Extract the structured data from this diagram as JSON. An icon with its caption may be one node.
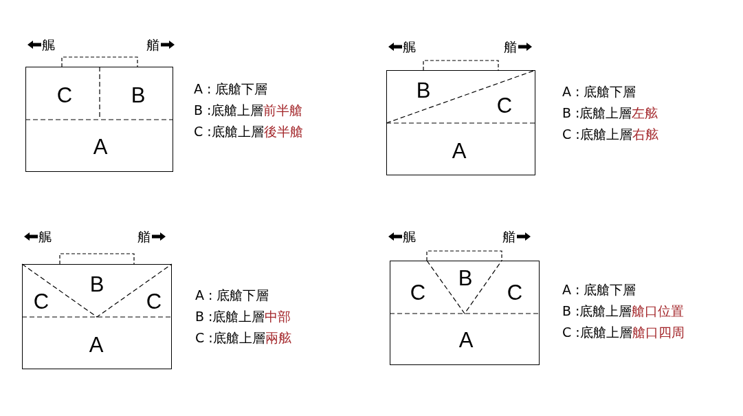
{
  "diagram": {
    "nodes": [
      {
        "text": [
          "C",
          "B",
          "A"
        ]
      },
      {
        "text": [
          "B",
          "C",
          "A"
        ]
      },
      {
        "text": [
          "B",
          "C",
          "C",
          "A"
        ]
      },
      {
        "text": [
          "B",
          "C",
          "C",
          "A"
        ]
      }
    ],
    "labels": [
      "艉",
      "艏",
      "A : 底艙下層",
      "B :底艙上層",
      "前半艙",
      "C :底艙上層",
      "後半艙",
      "艉",
      "艏",
      "A : 底艙下層",
      "B :底艙上層",
      "左舷",
      "C :底艙上層",
      "右舷",
      "艉",
      "艏",
      "A : 底艙下層",
      "B :底艙上層",
      "中部",
      "C :底艙上層",
      "兩舷",
      "艉",
      "艏",
      "A : 底艙下層",
      "B :底艙上層",
      "艙口位置",
      "C :底艙上層",
      "艙口四周"
    ]
  }
}
